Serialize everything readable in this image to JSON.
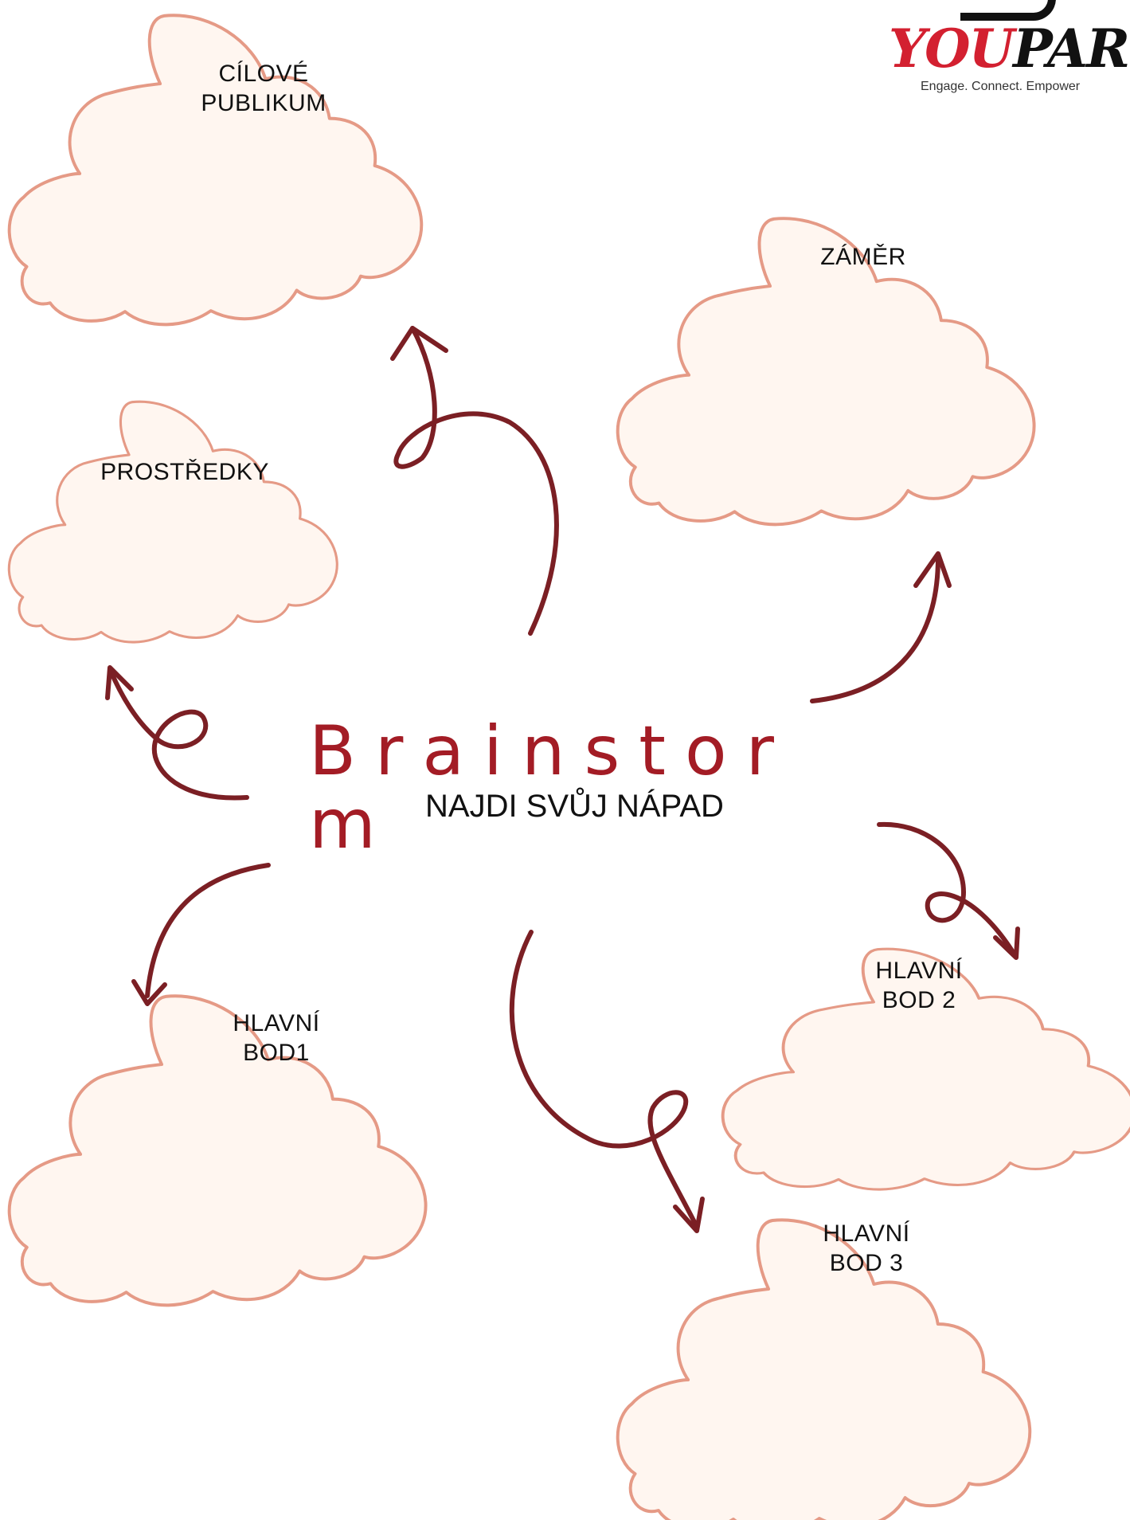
{
  "title": {
    "line1": "Brainstor",
    "line2": "m"
  },
  "subtitle": "NAJDI SVŮJ NÁPAD",
  "logo": {
    "you": "YOU",
    "part": "PART",
    "tagline": "Engage. Connect. Empower"
  },
  "clouds": {
    "cilove_publikum": {
      "line1": "CÍLOVÉ",
      "line2": "PUBLIKUM"
    },
    "zamer": {
      "line1": "ZÁMĚR"
    },
    "prostredky": {
      "line1": "PROSTŘEDKY"
    },
    "hlavni_bod_1": {
      "line1": "HLAVNÍ",
      "line2": "BOD1"
    },
    "hlavni_bod_2": {
      "line1": "HLAVNÍ",
      "line2": "BOD 2"
    },
    "hlavni_bod_3": {
      "line1": "HLAVNÍ",
      "line2": "BOD 3"
    }
  },
  "colors": {
    "accent": "#a31c25",
    "arrow": "#7b1f24",
    "cloud_fill": "#fff6f0",
    "cloud_stroke": "#e59a86"
  }
}
